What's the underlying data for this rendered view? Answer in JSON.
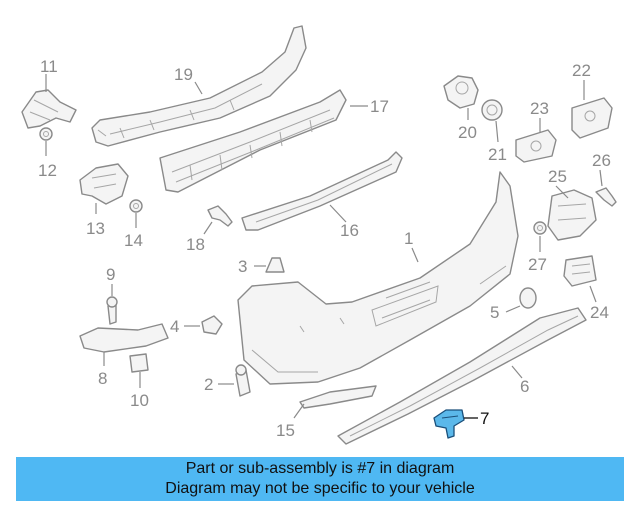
{
  "diagram": {
    "highlighted_part": "7",
    "callouts": [
      "1",
      "2",
      "3",
      "4",
      "5",
      "6",
      "7",
      "8",
      "9",
      "10",
      "11",
      "12",
      "13",
      "14",
      "15",
      "16",
      "17",
      "18",
      "19",
      "20",
      "21",
      "22",
      "23",
      "24",
      "25",
      "26",
      "27"
    ]
  },
  "banner": {
    "line1": "Part or sub-assembly is #7 in diagram",
    "line2": "Diagram may not be specific to your vehicle"
  },
  "colors": {
    "banner_bg": "#4fb8f3",
    "highlight_fill": "#5bb8ea",
    "line_gray": "#8a8a8a"
  }
}
